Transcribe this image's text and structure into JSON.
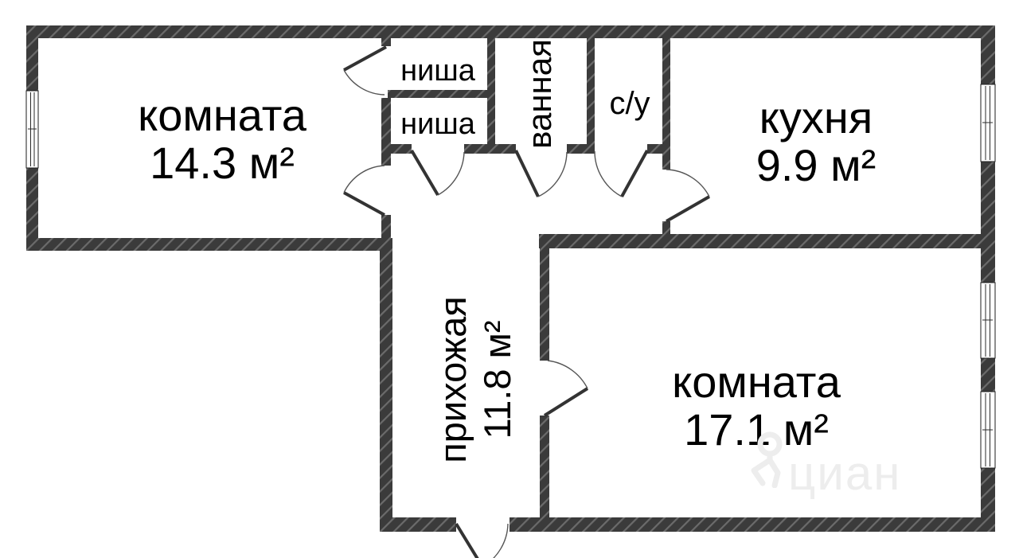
{
  "plan": {
    "rooms": {
      "room1": {
        "name": "комната",
        "area": "14.3 м²"
      },
      "kitchen": {
        "name": "кухня",
        "area": "9.9 м²"
      },
      "room2": {
        "name": "комната",
        "area": "17.1 м²"
      },
      "hallway": {
        "name": "прихожая",
        "area": "11.8 м²"
      },
      "bathroom": {
        "name": "ванная"
      },
      "wc": {
        "name": "с/у"
      },
      "niche_top": {
        "name": "ниша"
      },
      "niche_bottom": {
        "name": "ниша"
      }
    },
    "watermark": {
      "text": "циан"
    },
    "colors": {
      "background": "#ffffff",
      "wall_base": "#3b3b3b",
      "wall_hatch": "#6b6b6b",
      "label": "#000000",
      "watermark": "#ededed"
    }
  }
}
